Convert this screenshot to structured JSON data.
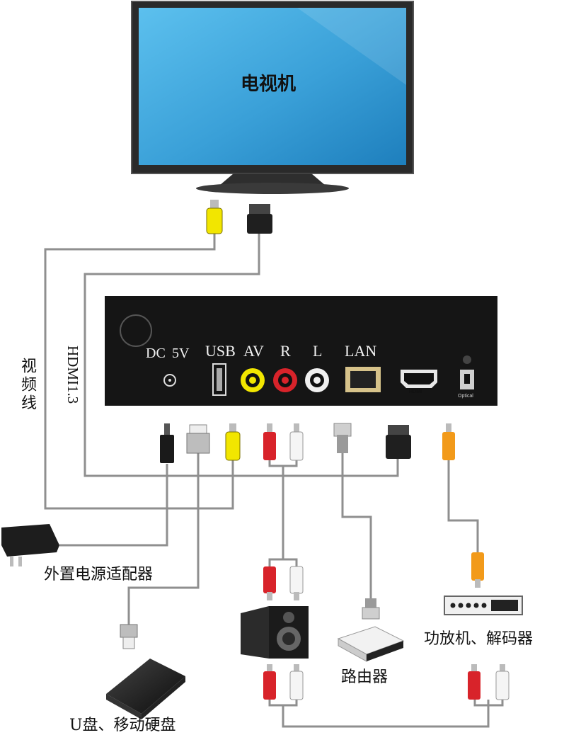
{
  "tv": {
    "label": "电视机"
  },
  "box": {
    "ports": {
      "dc": "DC",
      "sv": "5V",
      "usb": "USB",
      "av": "AV",
      "r": "R",
      "l": "L",
      "lan": "LAN",
      "hdmi": "HDMI",
      "optical": "Optical"
    }
  },
  "cables": {
    "video": "视频线",
    "hdmi": "HDMI1.3"
  },
  "devices": {
    "power_adapter": "外置电源适配器",
    "usb_storage": "U盘、移动硬盘",
    "router": "路由器",
    "amplifier": "功放机、解码器"
  },
  "colors": {
    "tv_screen": "#3aa0d8",
    "box_body": "#151515",
    "video_yellow": "#f2e600",
    "audio_red": "#d8232a",
    "optical_orange": "#f29a1a",
    "cable": "#9a9a9a"
  }
}
